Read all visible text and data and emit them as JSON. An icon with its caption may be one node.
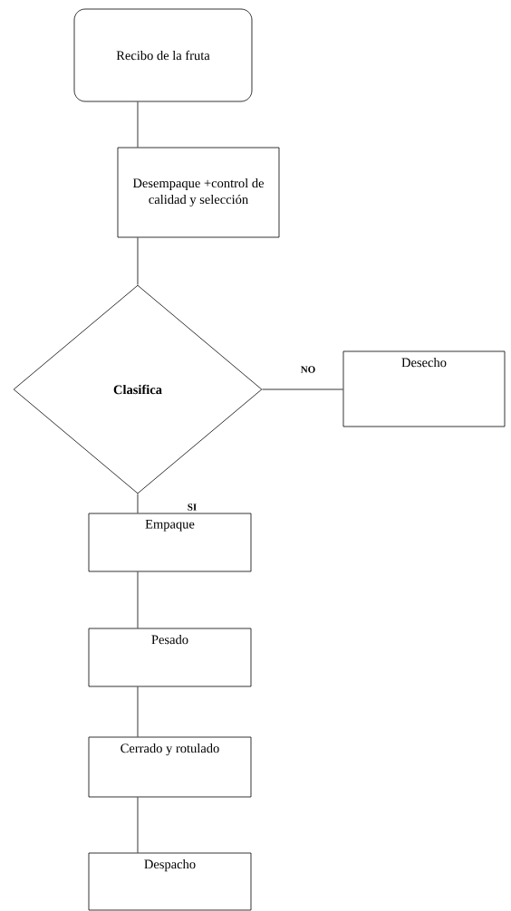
{
  "diagram": {
    "nodes": [
      {
        "text": [
          "Recibo de la fruta"
        ]
      },
      {
        "text": [
          "Desempaque +control de calidad y selección"
        ]
      },
      {
        "text": [
          "Clasifica"
        ]
      },
      {
        "text": [
          "Desecho"
        ]
      },
      {
        "text": [
          "Empaque"
        ]
      },
      {
        "text": [
          "Pesado"
        ]
      },
      {
        "text": [
          "Cerrado y rotulado"
        ]
      },
      {
        "text": [
          "Despacho"
        ]
      }
    ],
    "edges": [
      {
        "from": 0,
        "to": 1,
        "arrow": "none"
      },
      {
        "from": 1,
        "to": 2,
        "arrow": "none"
      },
      {
        "from": 2,
        "to": 3,
        "arrow": "none",
        "label": "NO"
      },
      {
        "from": 2,
        "to": 4,
        "arrow": "none",
        "label": "SI"
      },
      {
        "from": 4,
        "to": 5,
        "arrow": "none"
      },
      {
        "from": 5,
        "to": 6,
        "arrow": "none"
      },
      {
        "from": 6,
        "to": 7,
        "arrow": "none"
      }
    ]
  }
}
